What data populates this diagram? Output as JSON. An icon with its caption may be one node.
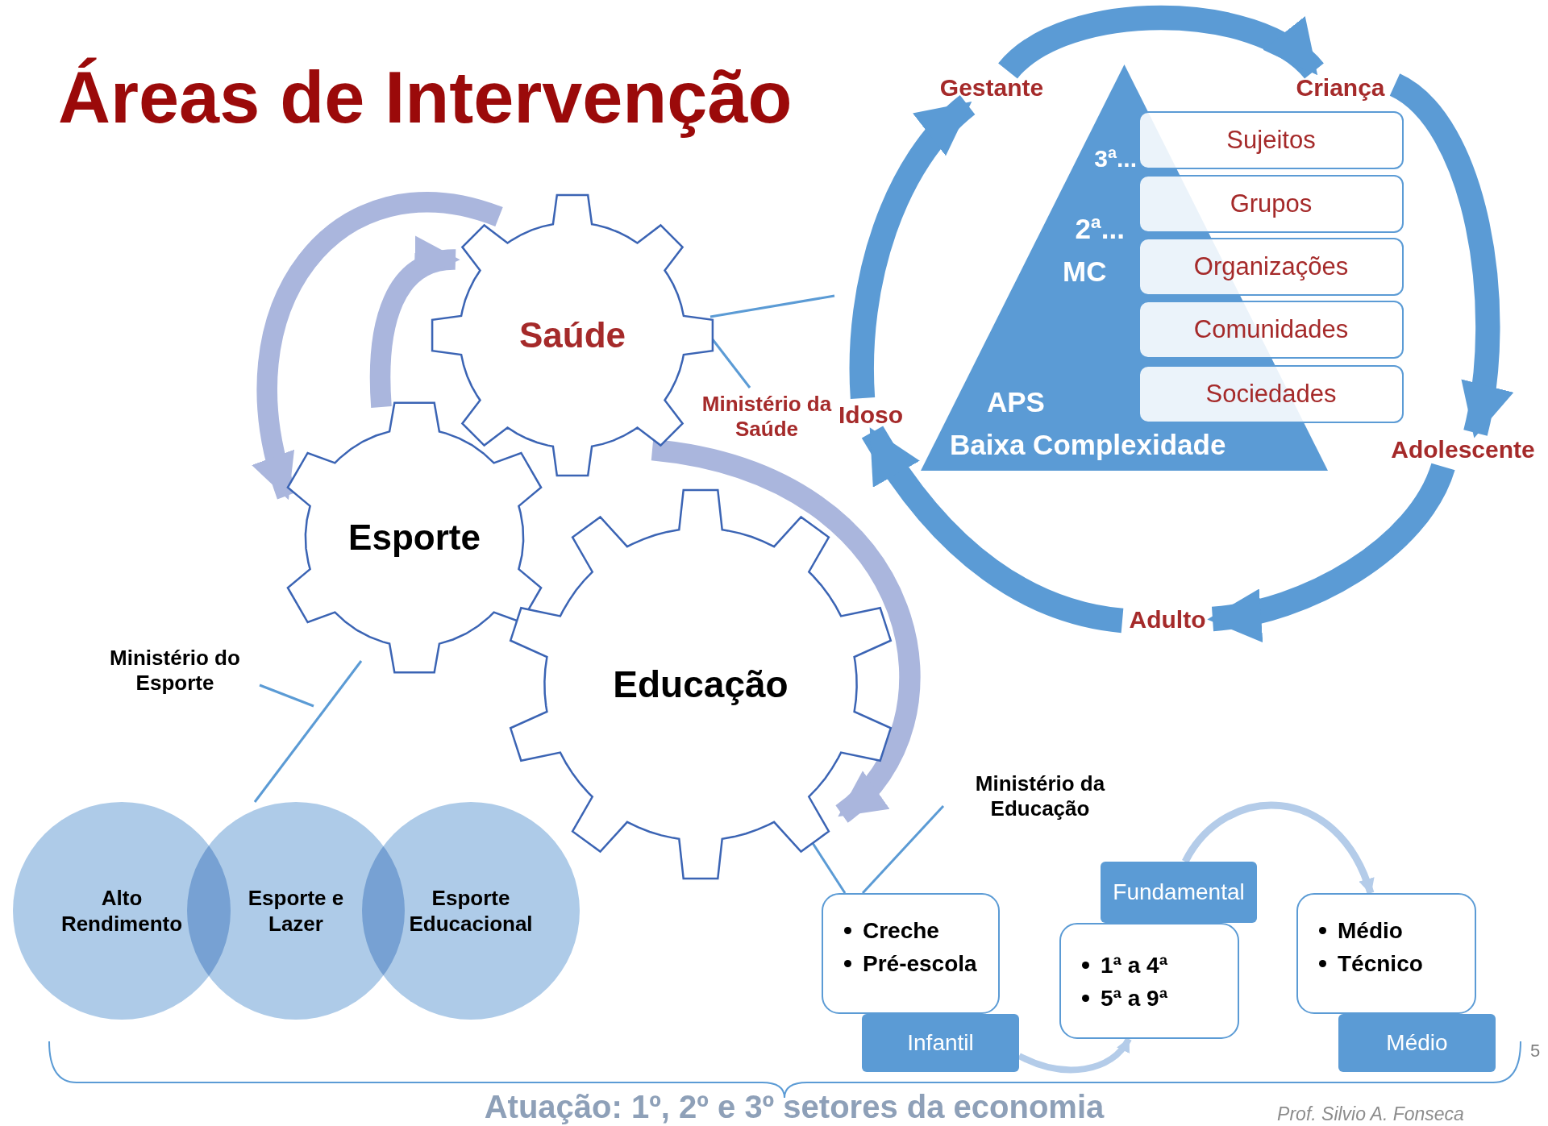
{
  "diagram": {
    "title": "Áreas de Intervenção",
    "nodes": [
      {
        "text": [
          "Saúde"
        ]
      },
      {
        "text": [
          "Esporte"
        ]
      },
      {
        "text": [
          "Educação"
        ]
      },
      {
        "text": [
          "Ministério da Saúde"
        ]
      },
      {
        "text": [
          "Ministério do Esporte"
        ]
      },
      {
        "text": [
          "Ministério da Educação"
        ]
      },
      {
        "text": [
          "Alto Rendimento"
        ]
      },
      {
        "text": [
          "Esporte e Lazer"
        ]
      },
      {
        "text": [
          "Esporte Educacional"
        ]
      },
      {
        "text": [
          "3ª...",
          "2ª...",
          "MC",
          "APS",
          "Baixa Complexidade"
        ]
      },
      {
        "text": [
          "Sujeitos"
        ]
      },
      {
        "text": [
          "Grupos"
        ]
      },
      {
        "text": [
          "Organizações"
        ]
      },
      {
        "text": [
          "Comunidades"
        ]
      },
      {
        "text": [
          "Sociedades"
        ]
      },
      {
        "text": [
          "Gestante"
        ]
      },
      {
        "text": [
          "Criança"
        ]
      },
      {
        "text": [
          "Adolescente"
        ]
      },
      {
        "text": [
          "Adulto"
        ]
      },
      {
        "text": [
          "Idoso"
        ]
      },
      {
        "text": [
          "Creche",
          "Pré-escola"
        ]
      },
      {
        "text": [
          "Infantil"
        ]
      },
      {
        "text": [
          "1ª a 4ª",
          "5ª a 9ª"
        ]
      },
      {
        "text": [
          "Fundamental"
        ]
      },
      {
        "text": [
          "Médio",
          "Técnico"
        ]
      },
      {
        "text": [
          "Médio"
        ]
      }
    ],
    "edges": [
      {
        "from": 1,
        "to": 0,
        "arrow": "to",
        "style": "thick",
        "color": "#aab6dd"
      },
      {
        "from": 0,
        "to": 1,
        "arrow": "to",
        "style": "thick",
        "color": "#aab6dd"
      },
      {
        "from": 0,
        "to": 2,
        "arrow": "to",
        "style": "thick",
        "color": "#aab6dd"
      },
      {
        "from": 3,
        "to": 0,
        "arrow": "none"
      },
      {
        "from": 0,
        "to": null,
        "arrow": "none"
      },
      {
        "from": 4,
        "to": null,
        "arrow": "none"
      },
      {
        "from": 1,
        "to": 7,
        "arrow": "none"
      },
      {
        "from": 2,
        "to": 20,
        "arrow": "none"
      },
      {
        "from": 5,
        "to": 20,
        "arrow": "none"
      },
      {
        "from": 15,
        "to": 16,
        "arrow": "to",
        "style": "thick"
      },
      {
        "from": 16,
        "to": 17,
        "arrow": "to",
        "style": "thick"
      },
      {
        "from": 17,
        "to": 18,
        "arrow": "to",
        "style": "thick"
      },
      {
        "from": 18,
        "to": 19,
        "arrow": "to",
        "style": "thick"
      },
      {
        "from": 19,
        "to": 15,
        "arrow": "to",
        "style": "thick"
      },
      {
        "from": 23,
        "to": 24,
        "arrow": "to",
        "color": "#b4cce9"
      },
      {
        "from": 21,
        "to": 22,
        "arrow": "to",
        "color": "#b4cce9"
      }
    ],
    "labels": [
      "5",
      "Atuação: 1º, 2º e 3º setores da economia",
      "Prof. Silvio A. Fonseca"
    ]
  }
}
